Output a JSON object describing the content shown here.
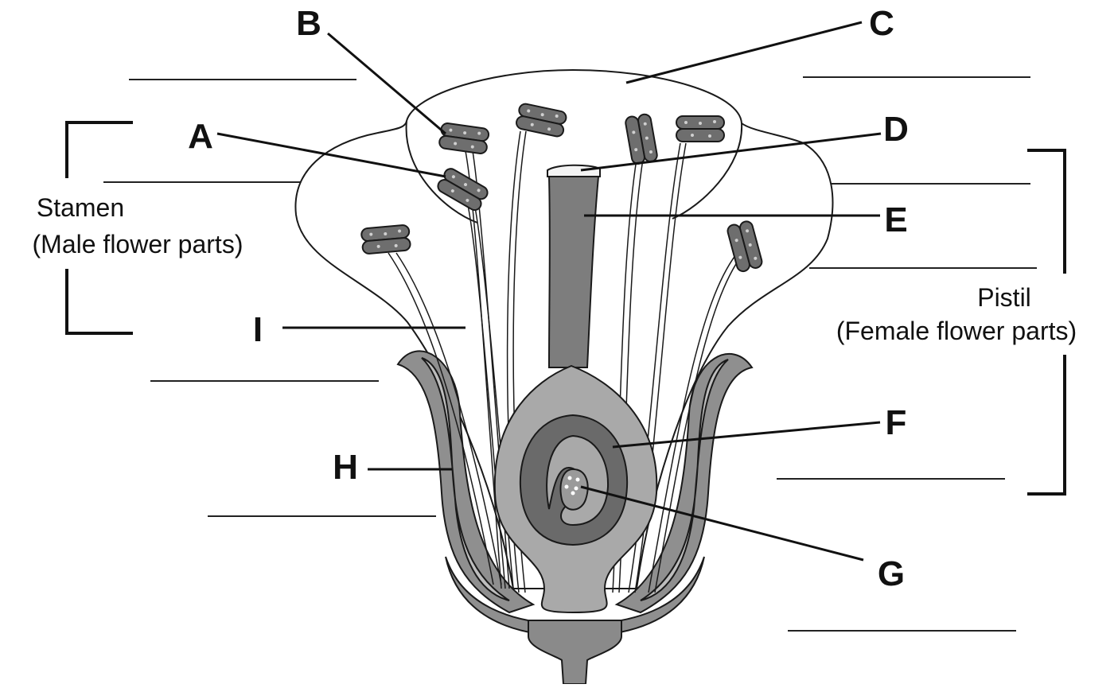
{
  "labels": {
    "A": "A",
    "B": "B",
    "C": "C",
    "D": "D",
    "E": "E",
    "F": "F",
    "G": "G",
    "H": "H",
    "I": "I"
  },
  "groups": {
    "stamen": {
      "line1": "Stamen",
      "line2": "(Male flower parts)"
    },
    "pistil": {
      "line1": "Pistil",
      "line2": "(Female flower parts)"
    }
  },
  "colors": {
    "petal": "#ffffff",
    "sepal": "#8f8f8f",
    "sepal_inner": "#bdbdbd",
    "pistil": "#7d7d7d",
    "ovary_wall": "#a9a9a9",
    "ovary": "#6a6a6a",
    "ovule": "#9a9a9a",
    "anther": "#6e6e6e",
    "stigma": "#f4f4f4",
    "receptacle": "#8a8a8a"
  }
}
